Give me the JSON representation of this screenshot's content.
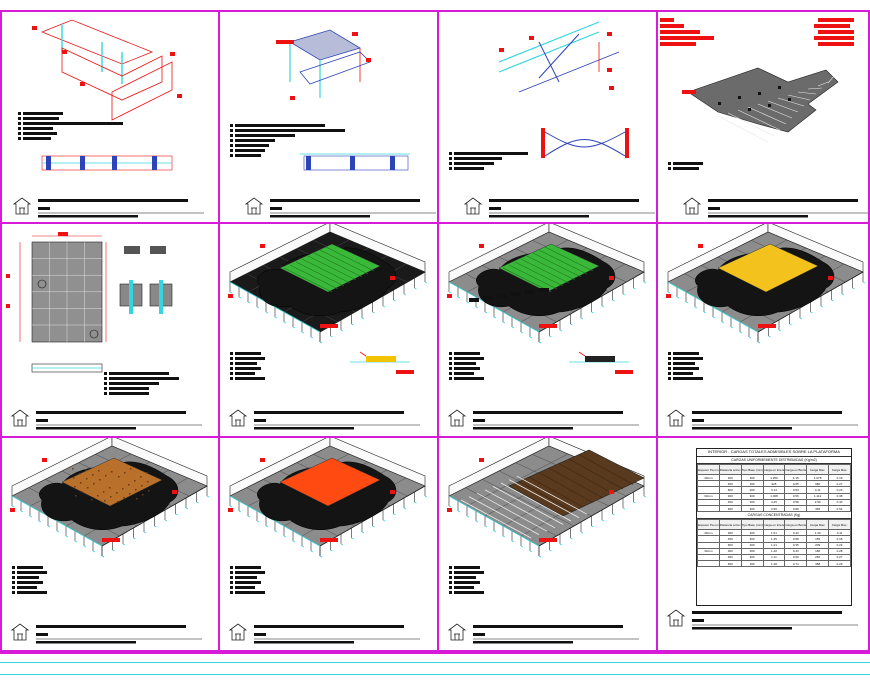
{
  "colors": {
    "frame": "#d81bd8",
    "cyan": "#33d6e0",
    "label_red": "#ee1111",
    "panel_gray": "#555555",
    "deck_black": "#141414",
    "grass_green": "#3ab83a",
    "sand_yellow": "#f4c21c",
    "cork_brown": "#b8702a",
    "epoxy_red": "#ff4a12",
    "wood_brown": "#5a3a1e"
  },
  "panels": [
    {
      "id": "p1",
      "kind": "beam-frame"
    },
    {
      "id": "p2",
      "kind": "beam-frame-panel"
    },
    {
      "id": "p3",
      "kind": "cross-bracing"
    },
    {
      "id": "p4",
      "kind": "tile-deck"
    },
    {
      "id": "p5",
      "kind": "floor-plan"
    },
    {
      "id": "p6",
      "kind": "floor-finish",
      "finish": "grass"
    },
    {
      "id": "p7",
      "kind": "floor-finish",
      "finish": "grass-tiles"
    },
    {
      "id": "p8",
      "kind": "floor-finish",
      "finish": "sand"
    },
    {
      "id": "p9",
      "kind": "floor-finish",
      "finish": "cork"
    },
    {
      "id": "p10",
      "kind": "floor-finish",
      "finish": "epoxy"
    },
    {
      "id": "p11",
      "kind": "floor-finish",
      "finish": "wood"
    },
    {
      "id": "p12",
      "kind": "load-table"
    }
  ],
  "load_table": {
    "title": "INTERIOR - CARGAS TOTALES ADMISIBLES SOBRE LA PLATAFORMA",
    "section1": "CARGAS UNIFORMEMENTE DISTRIBUIDAS (Kg/m2)",
    "section2": "CARGAS CONCENTRADAS (Kg)",
    "headers": [
      "Espesor Pa nm",
      "Distancia entre Ejes (mm)",
      "Tipo Base (mm)",
      "Carga en Interior",
      "Carga en Bordes",
      "Carga Max.",
      "Carga Max."
    ],
    "rows1": [
      [
        "30mm",
        "300",
        "300",
        "1.250",
        "1.15",
        "1.078",
        "0.19"
      ],
      [
        "",
        "450",
        "300",
        "925",
        "0.65",
        "980",
        "0.27"
      ],
      [
        "",
        "600",
        "300",
        "3.14",
        "0.53",
        "4.11",
        "0.23"
      ],
      [
        "33mm",
        "300",
        "300",
        "1.008",
        "0.56",
        "1.112",
        "0.38"
      ],
      [
        "",
        "450",
        "300",
        "4.25",
        "0.58",
        "2.90",
        "0.43"
      ],
      [
        "",
        "600",
        "300",
        "3.95",
        "0.89",
        "465",
        "0.54"
      ]
    ],
    "rows2": [
      [
        "30mm",
        "300",
        "300",
        "1.51",
        "0.43",
        "1.30",
        "0.11"
      ],
      [
        "",
        "450",
        "300",
        "1.35",
        "0.68",
        "155",
        "0.18"
      ],
      [
        "",
        "600",
        "300",
        "1.21",
        "0.35",
        "209",
        "0.23"
      ],
      [
        "33mm",
        "300",
        "300",
        "1.40",
        "0.43",
        "186",
        "0.28"
      ],
      [
        "",
        "450",
        "300",
        "1.11",
        "0.50",
        "250",
        "0.27"
      ],
      [
        "",
        "600",
        "300",
        "1.48",
        "0.74",
        "388",
        "0.29"
      ]
    ]
  }
}
